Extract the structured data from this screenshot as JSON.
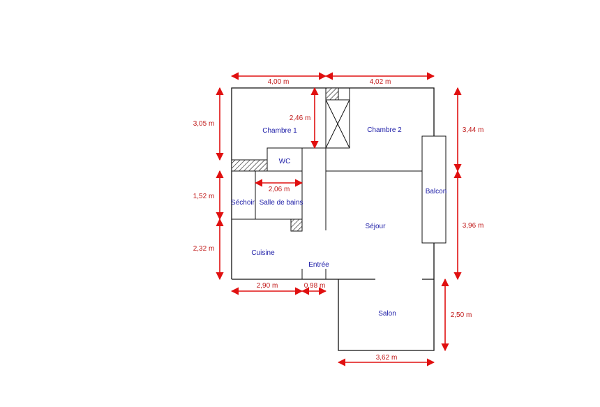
{
  "colors": {
    "walls": "#111111",
    "room_labels": "#1a1aa6",
    "dimensions": "#e01010"
  },
  "rooms": {
    "chambre1": "Chambre 1",
    "chambre2": "Chambre 2",
    "wc": "WC",
    "sechoir": "Séchoir",
    "salle_de_bains": "Salle de bains",
    "cuisine": "Cuisine",
    "entree": "Entrée",
    "sejour": "Séjour",
    "balcon": "Balcon",
    "salon": "Salon"
  },
  "dimensions": {
    "top_left_width": "4,00 m",
    "top_right_width": "4,02 m",
    "chambre1_height": "3,05 m",
    "sechoir_height": "1,52 m",
    "cuisine_height": "2,32 m",
    "closet_height": "2,46 m",
    "bath_width": "2,06 m",
    "chambre2_height": "3,44 m",
    "sejour_height": "3,96 m",
    "salon_height": "2,50 m",
    "cuisine_width": "2,90 m",
    "entree_width": "0,98 m",
    "salon_width": "3,62 m"
  }
}
